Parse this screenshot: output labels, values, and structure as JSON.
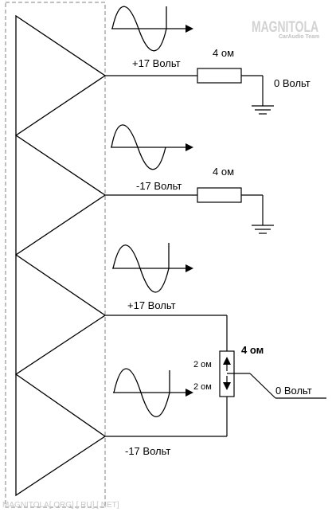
{
  "watermark": {
    "logo_text": "MAGNITOLA",
    "logo_subtext": "CarAudio Team",
    "footer_text": "MAGNITOLA[.ORG] [.RU] [.NET]"
  },
  "section1": {
    "voltage_label": "+17 Вольт",
    "resistor_label": "4 ом",
    "ground_label": "0 Вольт"
  },
  "section2": {
    "voltage_label": "-17 Вольт",
    "resistor_label": "4 ом"
  },
  "section3": {
    "voltage_top_label": "+17 Вольт",
    "voltage_bottom_label": "-17 Вольт",
    "resistor_total_label": "4 ом",
    "resistor_upper_label": "2 ом",
    "resistor_lower_label": "2 ом",
    "midpoint_label": "0 Вольт"
  },
  "colors": {
    "line": "#000000",
    "dashed_box": "#808080",
    "watermark": "#cccccc",
    "watermark_accent": "#d0d0d0"
  },
  "icons": [
    "amplifier-triangle-icon",
    "sine-wave-icon",
    "resistor-icon",
    "ground-icon",
    "arrow-up-icon",
    "arrow-down-icon"
  ]
}
